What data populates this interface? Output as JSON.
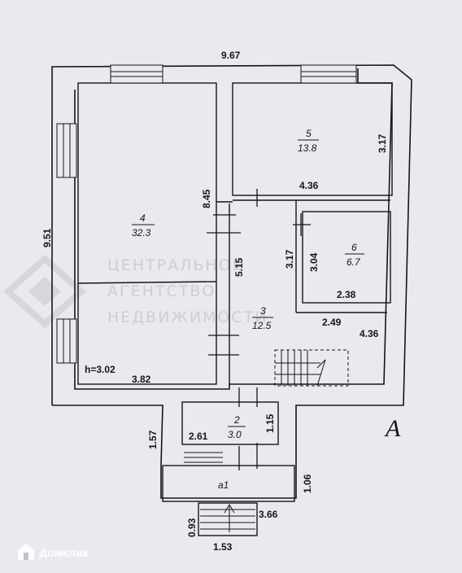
{
  "dimensions": {
    "overall_width": "9.67",
    "overall_height": "9.51",
    "room4_height": "8.45",
    "room5_height": "3.17",
    "room5_width": "4.36",
    "corridor_width": "5.15",
    "room3_height": "3.17",
    "room6_height": "3.04",
    "room6_width": "2.38",
    "stair_gap": "2.49",
    "right_lower": "4.36",
    "ceiling_height": "h=3.02",
    "room4_bottom_width": "3.82",
    "left_vestibule": "1.57",
    "vestibule_width": "2.61",
    "vestibule_depth": "1.15",
    "porch_depth": "1.06",
    "step_height": "0.93",
    "porch_width": "3.66",
    "step_width": "1.53"
  },
  "rooms": [
    {
      "number": "4",
      "area": "32.3"
    },
    {
      "number": "5",
      "area": "13.8"
    },
    {
      "number": "6",
      "area": "6.7"
    },
    {
      "number": "3",
      "area": "12.5"
    },
    {
      "number": "2",
      "area": "3.0"
    }
  ],
  "porch_label": "а1",
  "corner_mark": "А",
  "watermark": {
    "line1": "ЦЕНТРАЛЬНОЕ",
    "line2": "АГЕНТСТВО",
    "line3": "НЕДВИЖИМОСТИ"
  },
  "brand": {
    "name": "Домклик",
    "icon": "domclick-logo-icon"
  }
}
